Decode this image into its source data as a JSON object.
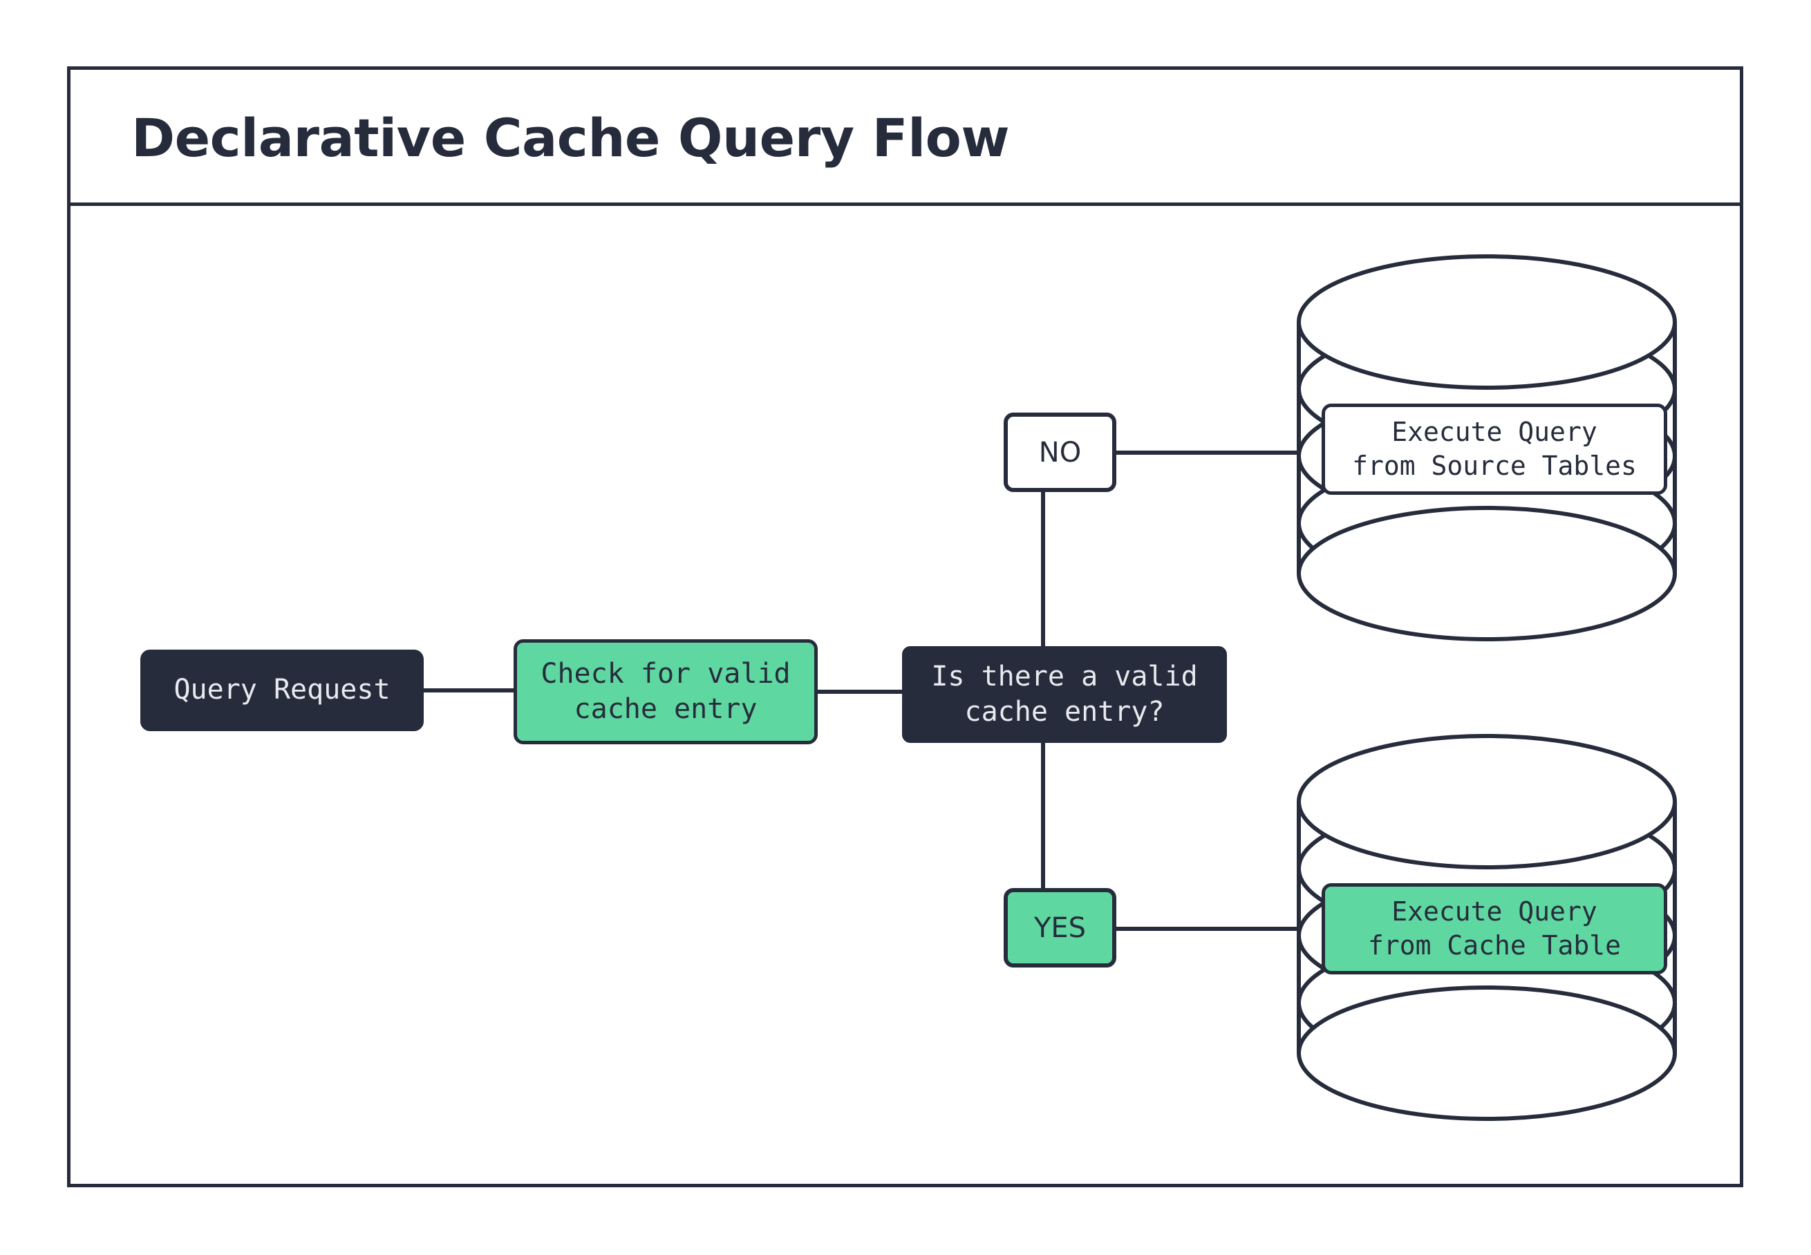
{
  "diagram": {
    "title": "Declarative Cache Query Flow",
    "colors": {
      "dark": "#262c3c",
      "green": "#5fd7a0",
      "white": "#ffffff",
      "text_light": "#e8eaee"
    },
    "nodes": {
      "query_request": "Query Request",
      "check_cache": "Check for valid\ncache entry",
      "decision": "Is there a valid\ncache entry?",
      "branch_no": "NO",
      "branch_yes": "YES",
      "execute_source": "Execute Query\nfrom Source Tables",
      "execute_cache": "Execute Query\nfrom Cache Table"
    },
    "shapes": {
      "database_top": "database-cylinder",
      "database_bottom": "database-cylinder"
    },
    "edges": [
      {
        "from": "Query Request",
        "to": "Check for valid cache entry"
      },
      {
        "from": "Check for valid cache entry",
        "to": "Is there a valid cache entry?"
      },
      {
        "from": "Is there a valid cache entry?",
        "to": "NO"
      },
      {
        "from": "NO",
        "to": "Execute Query from Source Tables"
      },
      {
        "from": "Is there a valid cache entry?",
        "to": "YES"
      },
      {
        "from": "YES",
        "to": "Execute Query from Cache Table"
      }
    ]
  }
}
